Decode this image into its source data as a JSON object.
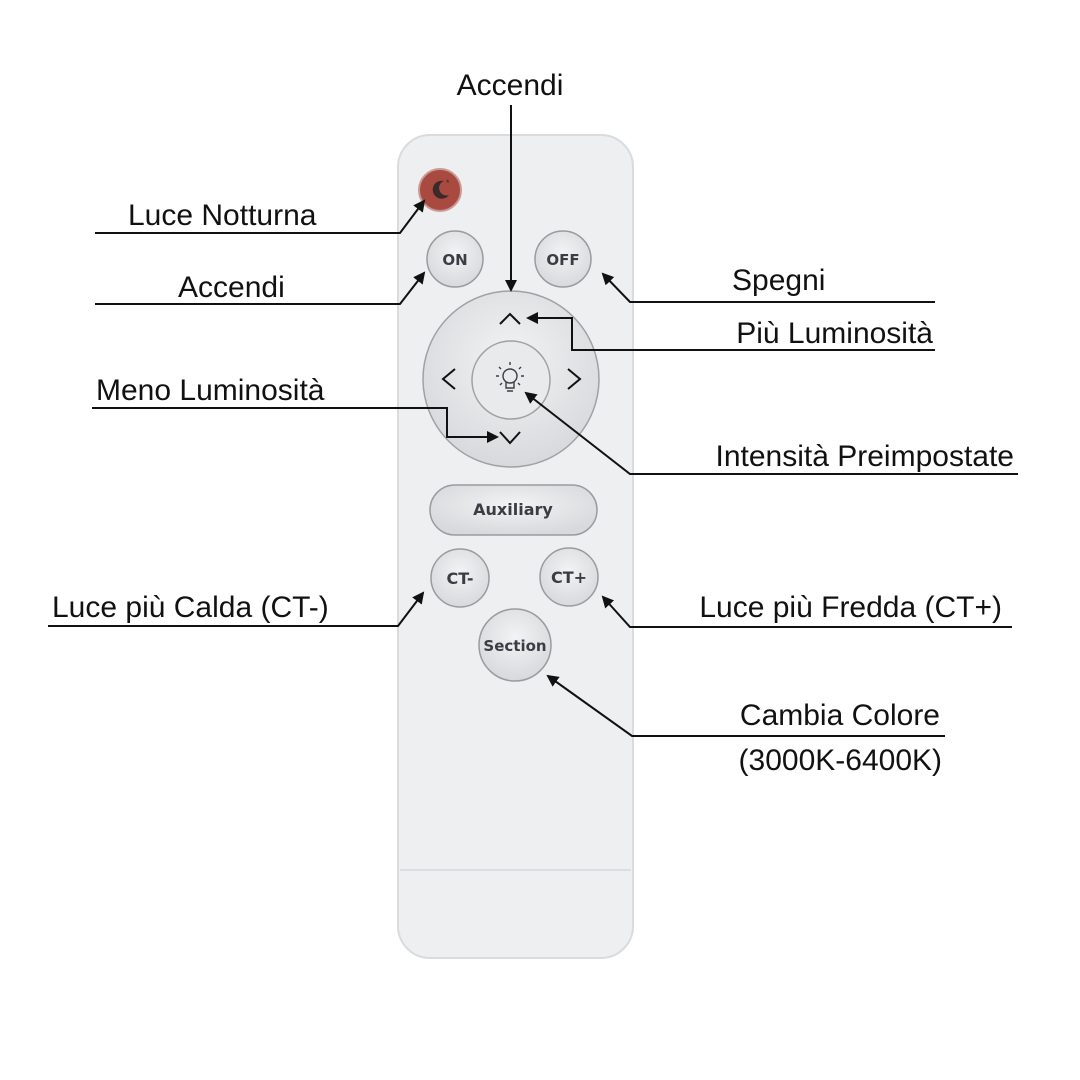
{
  "remote": {
    "buttons": {
      "night_light_icon": "moon-star-icon",
      "on": "ON",
      "off": "OFF",
      "preset_icon": "lightbulb-icon",
      "auxiliary": "Auxiliary",
      "ct_minus": "CT-",
      "ct_plus": "CT+",
      "section": "Section"
    },
    "colors": {
      "body": "#eeeff0",
      "night_button": "#a94a40",
      "button": "#e6e7e9"
    }
  },
  "labels": {
    "top_on": "Accendi",
    "night_light": "Luce Notturna",
    "on": "Accendi",
    "off": "Spegni",
    "brighter": "Più Luminosità",
    "dimmer": "Meno Luminosità",
    "presets": "Intensità Preimpostate",
    "warmer": "Luce più Calda (CT-)",
    "cooler": "Luce più Fredda (CT+)",
    "color_change_1": "Cambia Colore",
    "color_change_2": "(3000K-6400K)"
  }
}
